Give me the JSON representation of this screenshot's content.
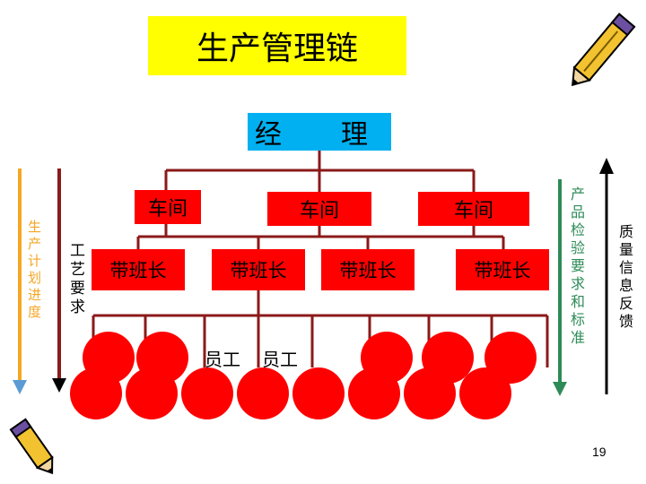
{
  "title": "生产管理链",
  "manager": "经　理",
  "workshops": [
    "车间",
    "车间",
    "车间"
  ],
  "foremen": [
    "带班长",
    "带班长",
    "带班长",
    "带班长"
  ],
  "employee_labels": [
    "员工",
    "员工"
  ],
  "left_labels": {
    "plan": "生产计划进度",
    "craft": "工艺要求"
  },
  "right_labels": {
    "inspection": "产品检验要求和标准",
    "feedback": "质量信息反馈"
  },
  "page_number": "19",
  "colors": {
    "title_bg": "#ffff00",
    "manager_bg": "#00b0f0",
    "node_red": "#ff0000",
    "line_dark_red": "#8b1a1a",
    "plan_orange": "#f5a623",
    "inspect_green": "#2e8b57"
  },
  "icons": [
    "pencil-icon",
    "pencil-icon"
  ]
}
